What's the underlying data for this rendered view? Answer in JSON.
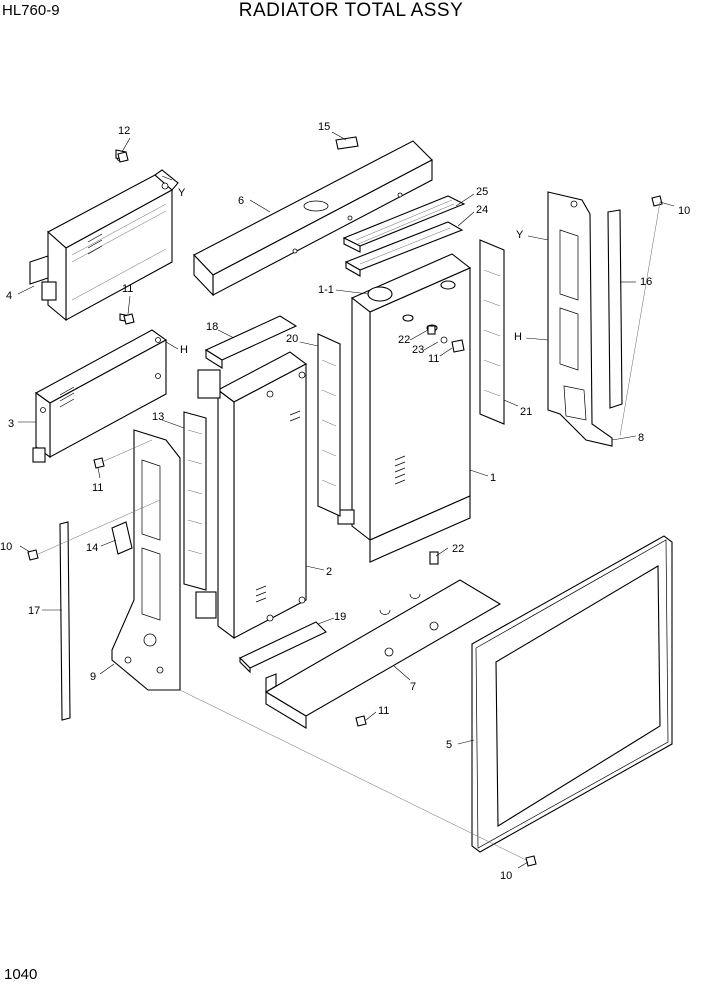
{
  "header": {
    "model": "HL760-9",
    "title": "RADIATOR TOTAL ASSY"
  },
  "footer": {
    "page_number": "1040"
  },
  "callouts": {
    "c1": "1",
    "c1_1": "1-1",
    "c2": "2",
    "c3": "3",
    "c4": "4",
    "c5": "5",
    "c6": "6",
    "c7": "7",
    "c8": "8",
    "c9": "9",
    "c10a": "10",
    "c10b": "10",
    "c10c": "10",
    "c11a": "11",
    "c11b": "11",
    "c11c": "11",
    "c11d": "11",
    "c12": "12",
    "c13": "13",
    "c14": "14",
    "c15": "15",
    "c16": "16",
    "c17": "17",
    "c18": "18",
    "c19": "19",
    "c20": "20",
    "c21": "21",
    "c22a": "22",
    "c22b": "22",
    "c23": "23",
    "c24": "24",
    "c25": "25",
    "refY1": "Y",
    "refY2": "Y",
    "refH1": "H",
    "refH2": "H"
  }
}
